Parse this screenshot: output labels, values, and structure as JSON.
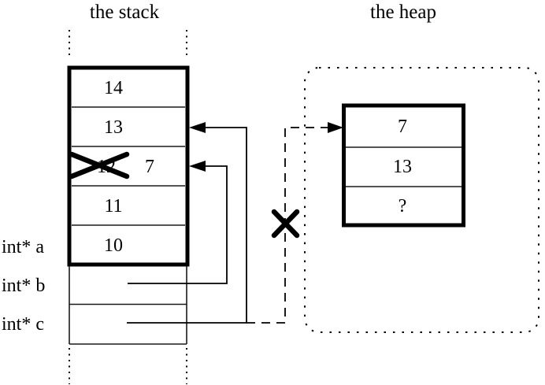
{
  "stack": {
    "title": "the stack",
    "cells": [
      "14",
      "13",
      "12",
      "11",
      "10"
    ],
    "cell_2_new_value": "7",
    "labels": [
      "int* a",
      "int* b",
      "int* c"
    ]
  },
  "heap": {
    "title": "the heap",
    "cells": [
      "7",
      "13",
      "?"
    ]
  },
  "colors": {
    "ink": "#000000",
    "background": "#ffffff"
  }
}
